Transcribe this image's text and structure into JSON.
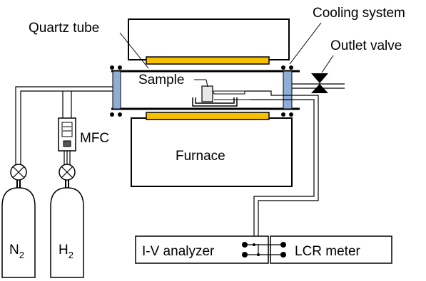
{
  "labels": {
    "quartz_tube": "Quartz tube",
    "cooling_system": "Cooling system",
    "outlet_valve": "Outlet valve",
    "sample": "Sample",
    "mfc": "MFC",
    "furnace": "Furnace",
    "iv_analyzer": "I-V analyzer",
    "lcr_meter": "LCR meter",
    "n2_main": "N",
    "n2_sub": "2",
    "h2_main": "H",
    "h2_sub": "2"
  },
  "colors": {
    "heater": "#f5c000",
    "flange": "#8eaed6",
    "line": "#000000"
  }
}
